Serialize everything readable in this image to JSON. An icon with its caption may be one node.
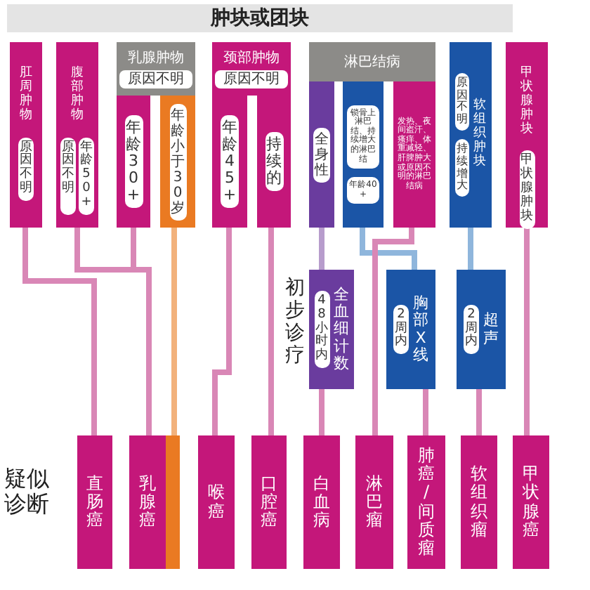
{
  "diagram": {
    "title": "肿块或团块",
    "nodes": [
      {
        "text": [
          "肛周肿物",
          "原因不明"
        ]
      },
      {
        "text": [
          "腹部肿物",
          "原因不明",
          "年龄50+"
        ]
      },
      {
        "text": [
          "乳腺肿物",
          "原因不明"
        ]
      },
      {
        "text": [
          "年龄30+"
        ]
      },
      {
        "text": [
          "年龄小于30岁"
        ]
      },
      {
        "text": [
          "颈部肿物",
          "原因不明"
        ]
      },
      {
        "text": [
          "年龄45+"
        ]
      },
      {
        "text": [
          "持续的"
        ]
      },
      {
        "text": [
          "淋巴结病"
        ]
      },
      {
        "text": [
          "全身性"
        ]
      },
      {
        "text": [
          "锁骨上淋巴结、持续增大的淋巴结",
          "年龄40+"
        ]
      },
      {
        "text": [
          "发热、夜间盗汗、瘙痒、体重减轻、肝脾肿大或原因不明的淋巴结病"
        ]
      },
      {
        "text": [
          "原因不明",
          "持续增大",
          "软组织肿块"
        ]
      },
      {
        "text": [
          "甲状腺肿块",
          "甲状腺肿块"
        ]
      },
      {
        "text": [
          "48小时内",
          "全血细计数"
        ]
      },
      {
        "text": [
          "2周内",
          "胸部X线"
        ]
      },
      {
        "text": [
          "2周内",
          "超声"
        ]
      },
      {
        "text": [
          "直肠癌"
        ]
      },
      {
        "text": [
          "乳腺癌"
        ]
      },
      {
        "text": [
          "喉癌"
        ]
      },
      {
        "text": [
          "口腔癌"
        ]
      },
      {
        "text": [
          "白血病"
        ]
      },
      {
        "text": [
          "淋巴瘤"
        ]
      },
      {
        "text": [
          "肺癌/间质瘤"
        ]
      },
      {
        "text": [
          "软组织瘤"
        ]
      },
      {
        "text": [
          "甲状腺癌"
        ]
      }
    ],
    "edges": [
      {
        "from": 0,
        "to": 17,
        "arrow": "none"
      },
      {
        "from": 1,
        "to": 18,
        "arrow": "none"
      },
      {
        "from": 3,
        "to": 18,
        "arrow": "none"
      },
      {
        "from": 4,
        "to": 18,
        "arrow": "none",
        "color": "#f2b27c"
      },
      {
        "from": 6,
        "to": 19,
        "arrow": "none"
      },
      {
        "from": 7,
        "to": 20,
        "arrow": "none"
      },
      {
        "from": 9,
        "to": 14,
        "arrow": "none",
        "color": "#b79ccc"
      },
      {
        "from": 14,
        "to": 21,
        "arrow": "none"
      },
      {
        "from": 10,
        "to": 15,
        "arrow": "none",
        "color": "#8fb6dc"
      },
      {
        "from": 11,
        "to": 22,
        "arrow": "none"
      },
      {
        "from": 15,
        "to": 23,
        "arrow": "none"
      },
      {
        "from": 12,
        "to": 16,
        "arrow": "none",
        "color": "#8fb6dc"
      },
      {
        "from": 16,
        "to": 24,
        "arrow": "none"
      },
      {
        "from": 13,
        "to": 25,
        "arrow": "none"
      }
    ],
    "labels": [
      "初步诊疗",
      "疑似诊断"
    ]
  }
}
